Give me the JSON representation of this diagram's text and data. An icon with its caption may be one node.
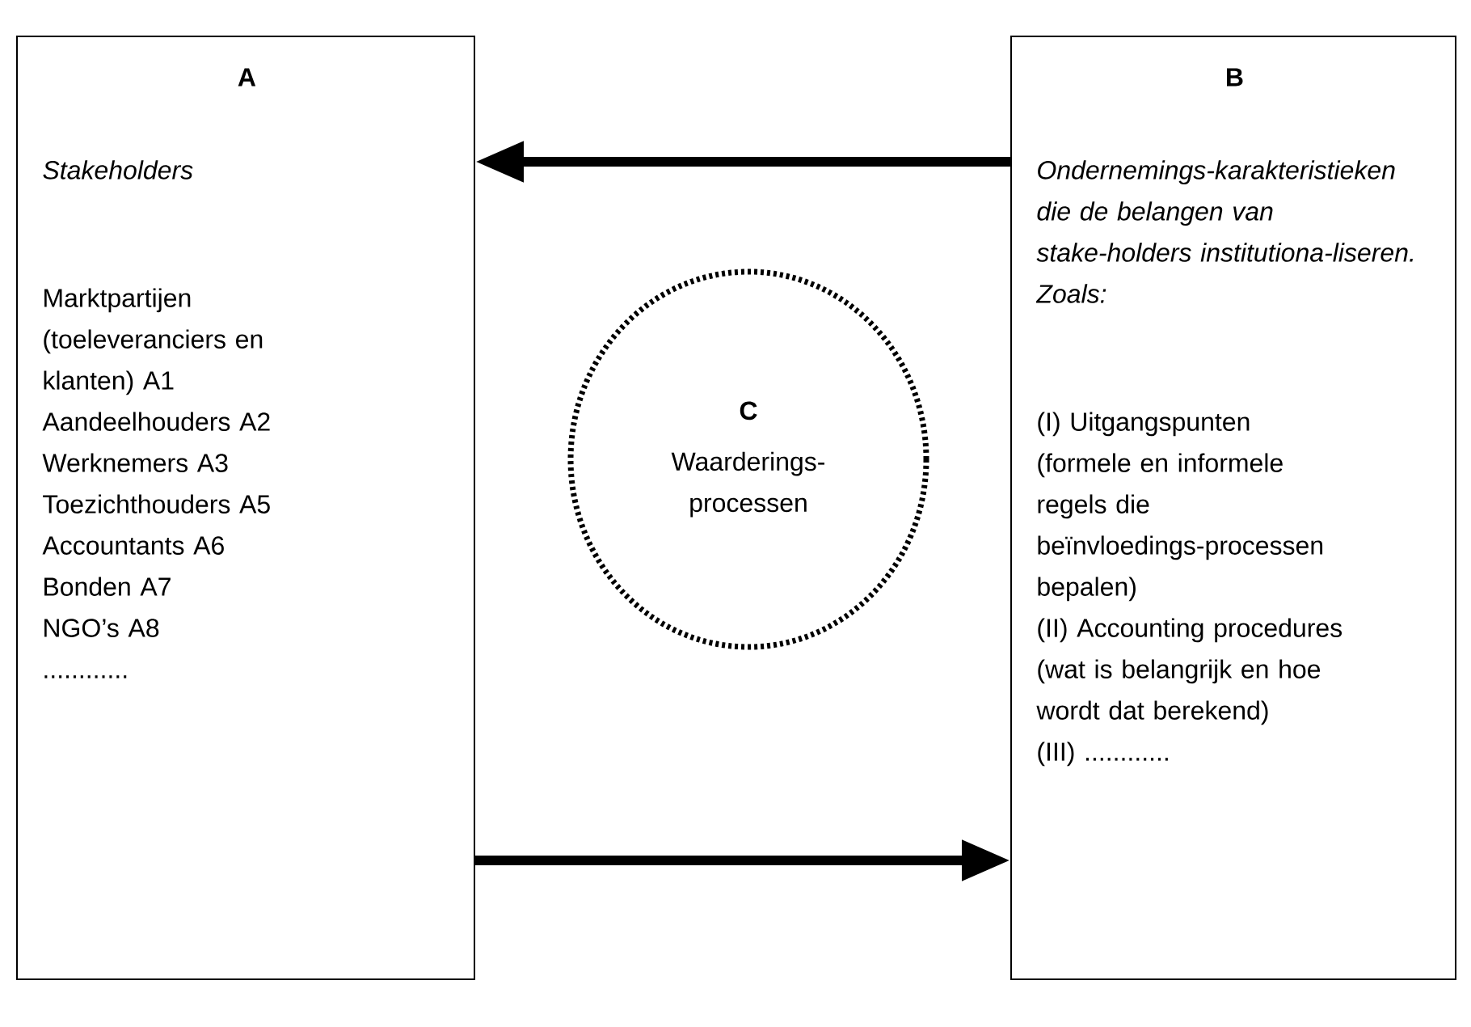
{
  "diagram": {
    "nodes": [
      {
        "text": [
          "A",
          "Stakeholders",
          "Marktpartijen (toeleveranciers en klanten) A1",
          "Aandeelhouders A2",
          "Werknemers A3",
          "Toezichthouders A5",
          "Accountants A6",
          "Bonden A7",
          "NGO’s A8",
          "............"
        ]
      },
      {
        "text": [
          "C",
          "Waarderings-processen"
        ]
      },
      {
        "text": [
          "B",
          "Ondernemings-karakteristieken die de belangen van stake-holders institutiona-liseren. Zoals:",
          "(I) Uitgangspunten (formele en informele regels die beïnvloedings-processen bepalen)",
          "(II) Accounting procedures (wat is belangrijk en hoe wordt dat berekend)",
          "(III) ............"
        ]
      }
    ],
    "edges": [
      {
        "from": 2,
        "to": 0,
        "arrow": "to"
      },
      {
        "from": 0,
        "to": 2,
        "arrow": "to"
      }
    ]
  }
}
